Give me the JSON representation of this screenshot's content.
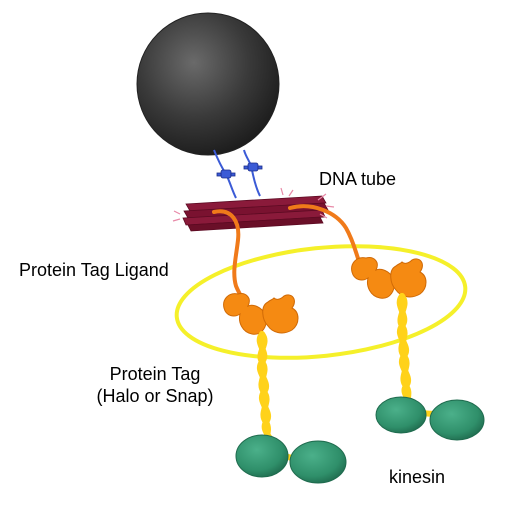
{
  "labels": {
    "dna_tube": "DNA tube",
    "protein_tag_ligand": "Protein Tag Ligand",
    "protein_tag_line1": "Protein Tag",
    "protein_tag_line2": "(Halo or Snap)",
    "kinesin": "kinesin"
  },
  "colors": {
    "bead": "#3a3a3a",
    "dna_tube": "#7a1230",
    "linker": "#f07a1a",
    "tag_ligand": "#f58a12",
    "coil": "#ffd21a",
    "ellipse": "#f5f02a",
    "kinesin_head": "#2f8f6a",
    "biotin_link": "#3b5bd6"
  }
}
